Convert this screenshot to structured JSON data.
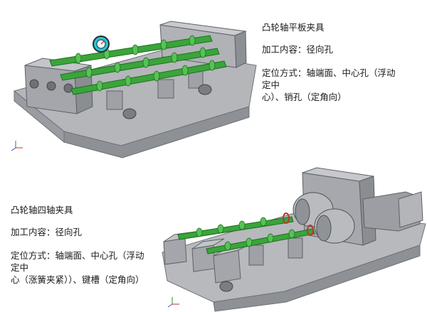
{
  "fixture1": {
    "title": "凸轮轴平板夹具",
    "content": "加工内容：径向孔",
    "location_line1": "定位方式：轴端面、中心孔（浮动",
    "location_line2": "定中",
    "location_line3": "心）、销孔（定角向）"
  },
  "fixture2": {
    "title": "凸轮轴四轴夹具",
    "content": "加工内容：径向孔",
    "location_line1": "定位方式：轴端面、中心孔（浮动",
    "location_line2": "定中",
    "location_line3": "心（涨簧夹紧））、键槽（定角向）"
  },
  "colors": {
    "fixture_gray": "#a9abaf",
    "fixture_dark": "#7d8086",
    "camshaft_green": "#3aa53a",
    "gauge_cyan": "#29c4d6",
    "clamp_red": "#b83a2a"
  },
  "icons": [
    "axis-triad-icon",
    "pressure-gauge-icon"
  ]
}
